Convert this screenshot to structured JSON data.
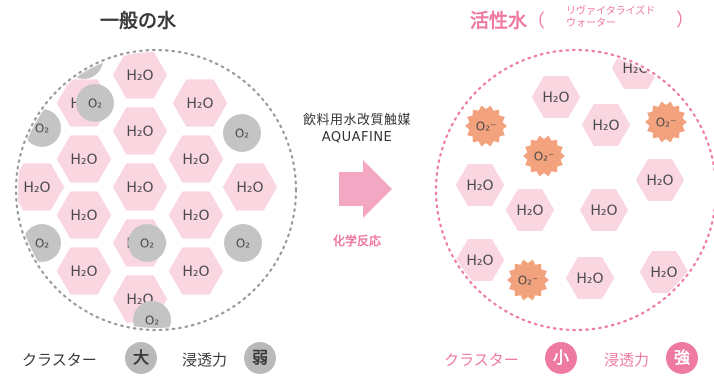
{
  "titles": {
    "left": "一般の水",
    "right_main": "活性水",
    "right_sub_line1": "リヴァイタライズド",
    "right_sub_line2": "ウォーター"
  },
  "center": {
    "catalyst_line1": "飲料用水改質触媒",
    "catalyst_line2": "AQUAFINE",
    "reaction_label": "化学反応"
  },
  "molecules": {
    "water": "H₂O",
    "oxygen": "O₂",
    "active_oxygen": "O₂⁻"
  },
  "captions": {
    "left_cluster": "クラスター",
    "left_cluster_badge": "大",
    "left_permeability": "浸透力",
    "left_permeability_badge": "弱",
    "right_cluster": "クラスター",
    "right_cluster_badge": "小",
    "right_permeability": "浸透力",
    "right_permeability_badge": "強"
  },
  "colors": {
    "hex_fill": "#f9d6e0",
    "hex_stroke": "#ffffff",
    "oxygen_gray": "#c4c4c4",
    "active_oxygen": "#f3a27e",
    "pink_accent": "#ee7aa2",
    "arrow": "#f4a7c2"
  }
}
